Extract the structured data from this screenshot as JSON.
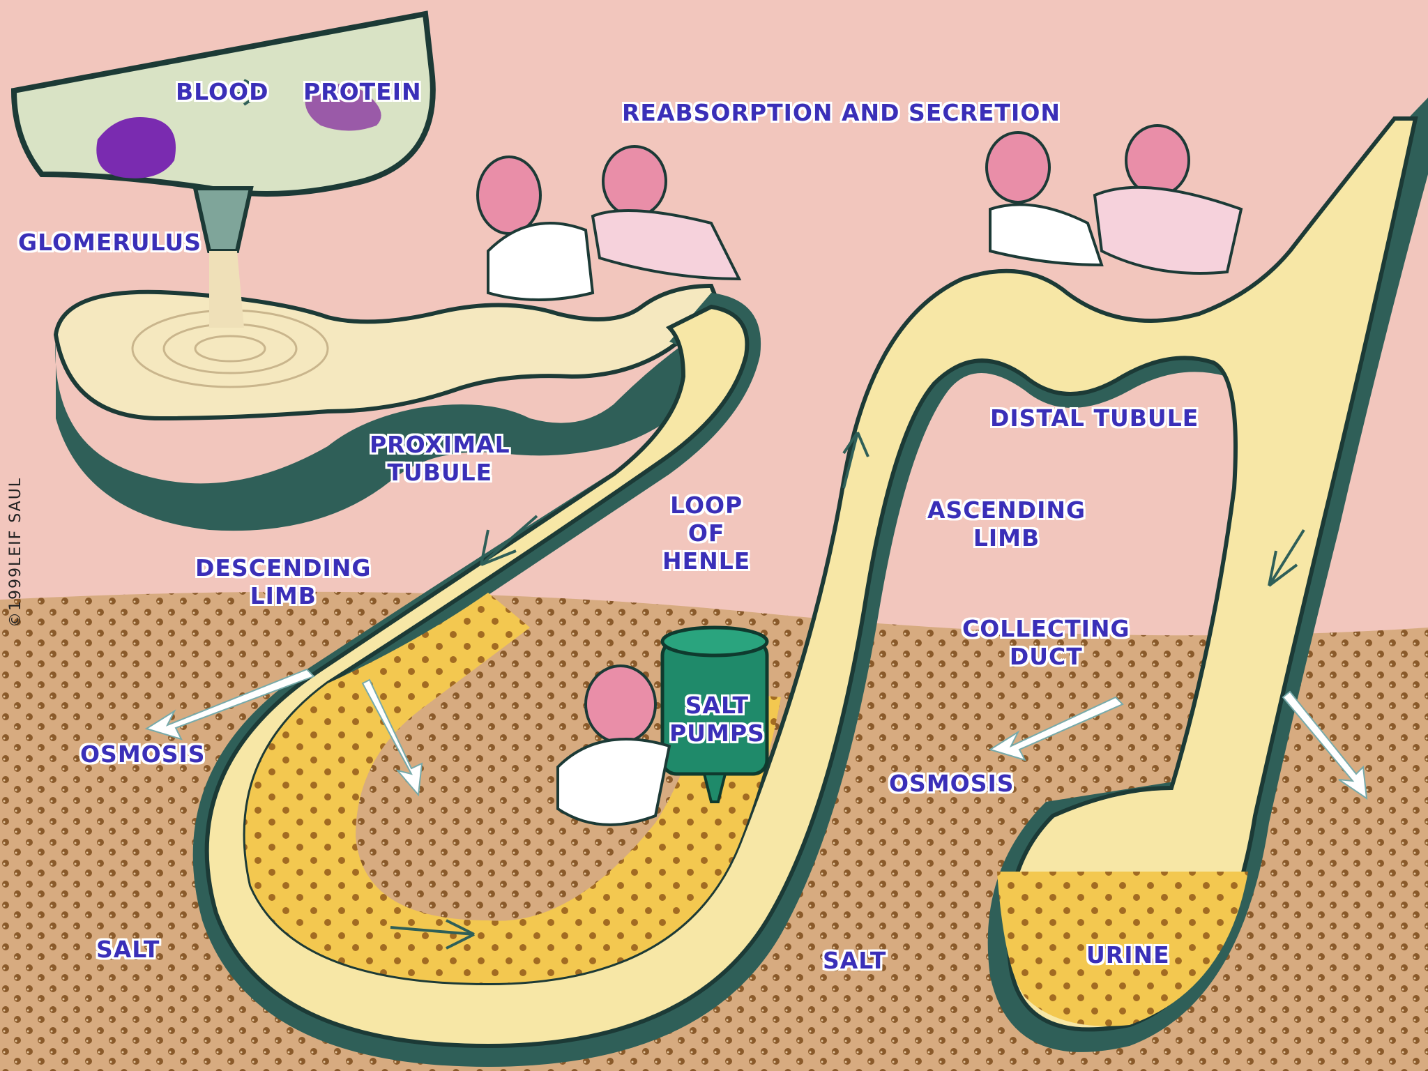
{
  "labels": {
    "blood": "BLOOD",
    "protein": "PROTEIN",
    "reabsorption": "REABSORPTION AND SECRETION",
    "glomerulus": "GLOMERULUS",
    "proximal_tubule": "PROXIMAL\nTUBULE",
    "distal_tubule": "DISTAL TUBULE",
    "loop_of_henle": "LOOP\nOF\nHENLE",
    "ascending_limb": "ASCENDING\nLIMB",
    "descending_limb": "DESCENDING\nLIMB",
    "collecting_duct": "COLLECTING\nDUCT",
    "osmosis_left": "OSMOSIS",
    "osmosis_right": "OSMOSIS",
    "salt_pumps": "SALT\nPUMPS",
    "salt_left": "SALT",
    "salt_center": "SALT",
    "urine": "URINE"
  },
  "copyright": "©1999LEIF SAUL",
  "colors": {
    "background": "#f2c6bd",
    "salt_ground": "#c79a6a",
    "tube_wall": "#2f5f58",
    "tube_fluid": "#f7e7a6",
    "salt_fluid": "#f0c24a",
    "label_text": "#3a2fb8",
    "pump": "#1f8a6a",
    "protein": "#7a2bb0"
  }
}
